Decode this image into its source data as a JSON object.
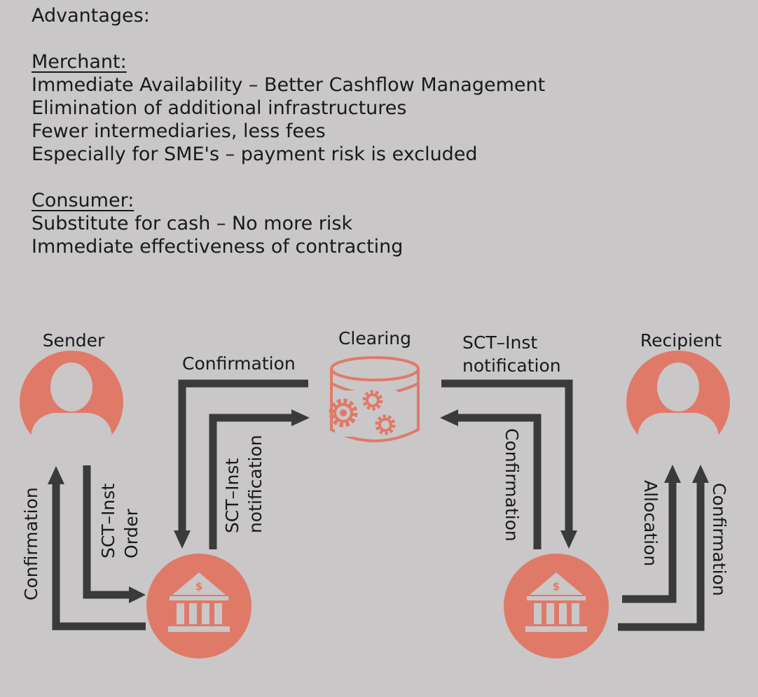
{
  "advantages": {
    "heading": "Advantages:",
    "merchant": {
      "title": "Merchant: ",
      "items": [
        "Immediate Availability – Better Cashflow Management",
        "Elimination of additional infrastructures",
        "Fewer intermediaries, less fees",
        "Especially for SME's – payment risk is excluded"
      ]
    },
    "consumer": {
      "title": "Consumer:",
      "items": [
        "Substitute for cash – No more risk",
        "Immediate effectiveness of contracting"
      ]
    }
  },
  "diagram": {
    "sender": "Sender",
    "clearing": "Clearing",
    "recipient": "Recipient",
    "labels": {
      "left_confirmation": "Confirmation",
      "order_line1": "SCT–Inst",
      "order_line2": "Order",
      "top_confirmation": "Confirmation",
      "notif_left_line1": "SCT–Inst",
      "notif_left_line2": "notification",
      "notif_right_line1": "SCT–Inst",
      "notif_right_line2": "notification",
      "right_confirmation": "Confirmation",
      "allocation": "Allocation",
      "recipient_confirmation": "Confirmation"
    },
    "bank_symbol": "$"
  },
  "colors": {
    "background": "#c9c7c8",
    "accent": "#e07a68",
    "arrow": "#3a3a3a",
    "text": "#1a1a1a"
  }
}
